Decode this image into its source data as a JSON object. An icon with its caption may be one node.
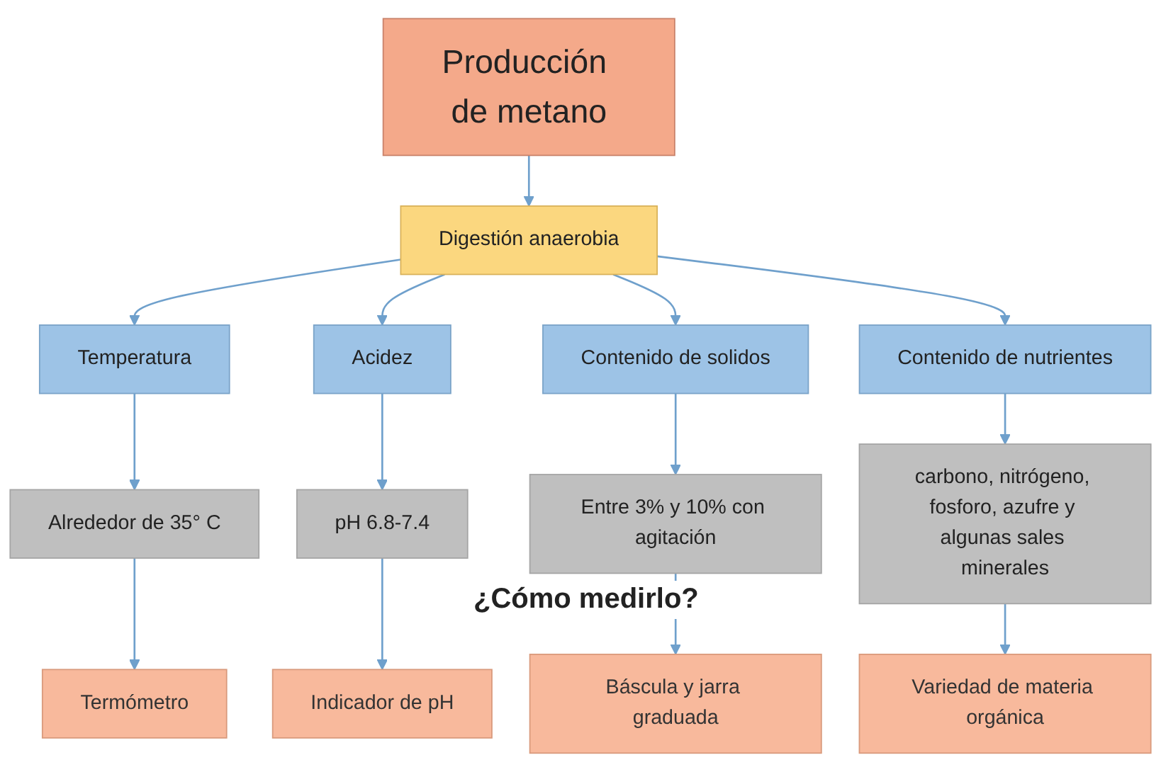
{
  "diagram": {
    "nodes": [
      {
        "text": [
          "Producción de metano"
        ]
      },
      {
        "text": [
          "Digestión anaerobia"
        ]
      },
      {
        "text": [
          "Temperatura"
        ]
      },
      {
        "text": [
          "Acidez"
        ]
      },
      {
        "text": [
          "Contenido de solidos"
        ]
      },
      {
        "text": [
          "Contenido de nutrientes"
        ]
      },
      {
        "text": [
          "Alrededor de 35° C"
        ]
      },
      {
        "text": [
          "pH 6.8-7.4"
        ]
      },
      {
        "text": [
          "Entre 3% y 10% con agitación"
        ]
      },
      {
        "text": [
          "carbono, nitrógeno, fosforo, azufre y algunas sales minerales"
        ]
      },
      {
        "text": [
          "Termómetro"
        ]
      },
      {
        "text": [
          "Indicador de pH"
        ]
      },
      {
        "text": [
          "Báscula y jarra graduada"
        ]
      },
      {
        "text": [
          "Variedad de materia orgánica"
        ]
      }
    ],
    "edges": [
      {
        "from": 0,
        "to": 1,
        "arrow": "to"
      },
      {
        "from": 1,
        "to": 2,
        "arrow": "to"
      },
      {
        "from": 1,
        "to": 3,
        "arrow": "to"
      },
      {
        "from": 1,
        "to": 4,
        "arrow": "to"
      },
      {
        "from": 1,
        "to": 5,
        "arrow": "to"
      },
      {
        "from": 2,
        "to": 6,
        "arrow": "to"
      },
      {
        "from": 3,
        "to": 7,
        "arrow": "to"
      },
      {
        "from": 4,
        "to": 8,
        "arrow": "to"
      },
      {
        "from": 5,
        "to": 9,
        "arrow": "to"
      },
      {
        "from": 6,
        "to": 10,
        "arrow": "to"
      },
      {
        "from": 7,
        "to": 11,
        "arrow": "to"
      },
      {
        "from": 8,
        "to": 12,
        "arrow": "to"
      },
      {
        "from": 9,
        "to": 13,
        "arrow": "to"
      }
    ],
    "labels": [
      "¿Cómo medirlo?"
    ]
  }
}
